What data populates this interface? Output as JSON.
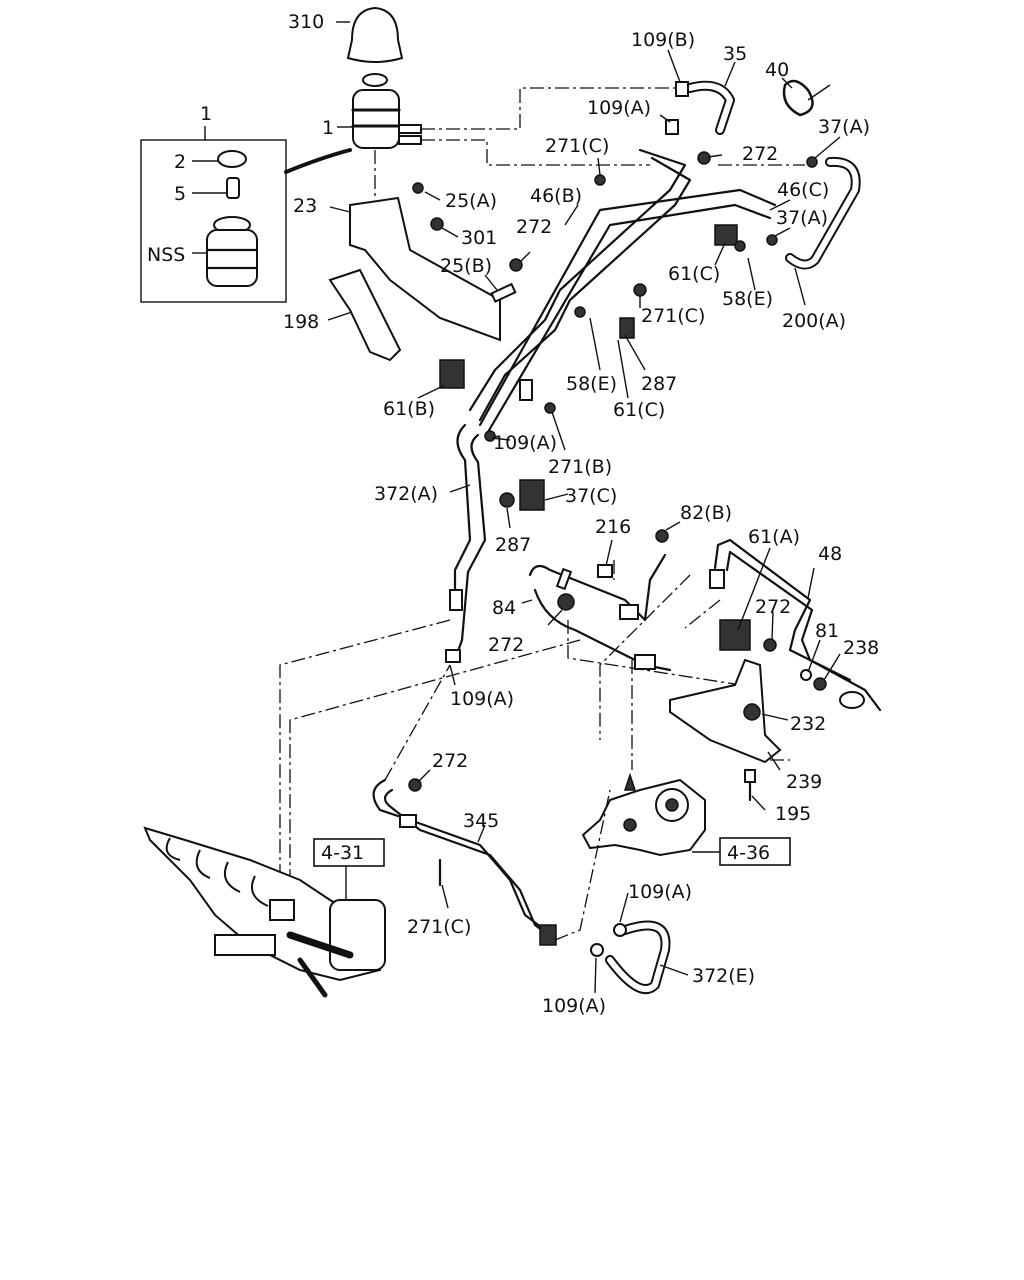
{
  "labels": [
    {
      "id": "l310",
      "text": "310"
    },
    {
      "id": "l109b",
      "text": "109(B)"
    },
    {
      "id": "l35",
      "text": "35"
    },
    {
      "id": "l40",
      "text": "40"
    },
    {
      "id": "l1a",
      "text": "1"
    },
    {
      "id": "l1b",
      "text": "1"
    },
    {
      "id": "l109a_1",
      "text": "109(A)"
    },
    {
      "id": "l37a_1",
      "text": "37(A)"
    },
    {
      "id": "l2",
      "text": "2"
    },
    {
      "id": "l271c_1",
      "text": "271(C)"
    },
    {
      "id": "l272_1",
      "text": "272"
    },
    {
      "id": "l5",
      "text": "5"
    },
    {
      "id": "l46b",
      "text": "46(B)"
    },
    {
      "id": "l46c",
      "text": "46(C)"
    },
    {
      "id": "l25a",
      "text": "25(A)"
    },
    {
      "id": "l23",
      "text": "23"
    },
    {
      "id": "l37a_2",
      "text": "37(A)"
    },
    {
      "id": "l301",
      "text": "301"
    },
    {
      "id": "l272_2",
      "text": "272"
    },
    {
      "id": "lnss",
      "text": "NSS"
    },
    {
      "id": "l25b",
      "text": "25(B)"
    },
    {
      "id": "l61c_1",
      "text": "61(C)"
    },
    {
      "id": "l58e_1",
      "text": "58(E)"
    },
    {
      "id": "l200a",
      "text": "200(A)"
    },
    {
      "id": "l271c_2",
      "text": "271(C)"
    },
    {
      "id": "l198",
      "text": "198"
    },
    {
      "id": "l287_1",
      "text": "287"
    },
    {
      "id": "l58e_2",
      "text": "58(E)"
    },
    {
      "id": "l61b",
      "text": "61(B)"
    },
    {
      "id": "l61c_2",
      "text": "61(C)"
    },
    {
      "id": "l109a_2",
      "text": "109(A)"
    },
    {
      "id": "l271b",
      "text": "271(B)"
    },
    {
      "id": "l372a",
      "text": "372(A)"
    },
    {
      "id": "l37c",
      "text": "37(C)"
    },
    {
      "id": "l216",
      "text": "216"
    },
    {
      "id": "l82b",
      "text": "82(B)"
    },
    {
      "id": "l287_2",
      "text": "287"
    },
    {
      "id": "l61a",
      "text": "61(A)"
    },
    {
      "id": "l48",
      "text": "48"
    },
    {
      "id": "l84",
      "text": "84"
    },
    {
      "id": "l272_3",
      "text": "272"
    },
    {
      "id": "l272_4",
      "text": "272"
    },
    {
      "id": "l81",
      "text": "81"
    },
    {
      "id": "l238",
      "text": "238"
    },
    {
      "id": "l109a_3",
      "text": "109(A)"
    },
    {
      "id": "l232",
      "text": "232"
    },
    {
      "id": "l272_5",
      "text": "272"
    },
    {
      "id": "l239",
      "text": "239"
    },
    {
      "id": "l195",
      "text": "195"
    },
    {
      "id": "l345",
      "text": "345"
    },
    {
      "id": "l431",
      "text": "4-31"
    },
    {
      "id": "l436",
      "text": "4-36"
    },
    {
      "id": "l109a_4",
      "text": "109(A)"
    },
    {
      "id": "l271c_3",
      "text": "271(C)"
    },
    {
      "id": "l372e",
      "text": "372(E)"
    },
    {
      "id": "l109a_5",
      "text": "109(A)"
    }
  ]
}
